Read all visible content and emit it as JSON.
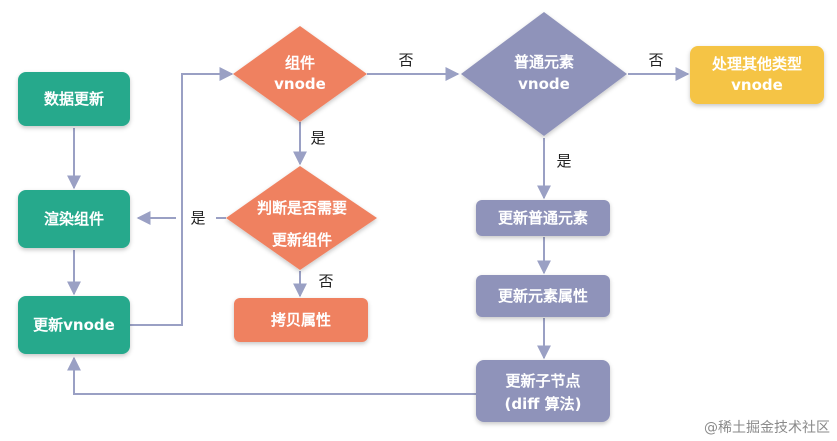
{
  "colors": {
    "teal": "#26a98c",
    "orange": "#ef8161",
    "slate": "#8f93ba",
    "yellow": "#f5c445",
    "arrow": "#9aa0c4",
    "text_dark": "#222222"
  },
  "nodes": {
    "data_update": "数据更新",
    "render_component": "渲染组件",
    "update_vnode": "更新vnode",
    "component_vnode_line1": "组件",
    "component_vnode_line2": "vnode",
    "need_update_line1": "判断是否需要",
    "need_update_line2": "更新组件",
    "copy_props": "拷贝属性",
    "element_vnode_line1": "普通元素",
    "element_vnode_line2": "vnode",
    "other_types_line1": "处理其他类型",
    "other_types_line2": "vnode",
    "update_element": "更新普通元素",
    "update_attrs": "更新元素属性",
    "update_children_line1": "更新子节点",
    "update_children_line2": "(diff 算法)"
  },
  "edge_labels": {
    "comp_no": "否",
    "comp_yes": "是",
    "need_yes": "是",
    "need_no": "否",
    "elem_no": "否",
    "elem_yes": "是"
  },
  "watermark": "@稀土掘金技术社区"
}
